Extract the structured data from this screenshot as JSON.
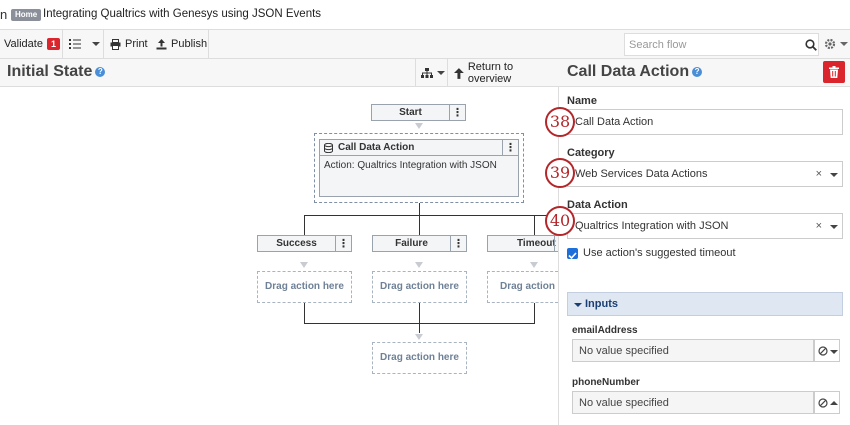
{
  "header": {
    "cut_text": "n",
    "home_badge": "Home",
    "flow_title": "Integrating Qualtrics with Genesys using JSON Events"
  },
  "toolbar": {
    "validate_label": "Validate",
    "validate_count": "1",
    "print_label": "Print",
    "publish_label": "Publish",
    "search_placeholder": "Search flow"
  },
  "canvas": {
    "title": "Initial State",
    "return_label": "Return to overview",
    "nodes": {
      "start": "Start",
      "call_data_action": "Call Data Action",
      "action_text": "Action: Qualtrics Integration with JSON",
      "success": "Success",
      "failure": "Failure",
      "timeout": "Timeout",
      "drag_1": "Drag action here",
      "drag_2": "Drag action here",
      "drag_3": "Drag action here",
      "drag_4": "Drag action here"
    }
  },
  "panel": {
    "title": "Call Data Action",
    "name_label": "Name",
    "name_value": "Call Data Action",
    "category_label": "Category",
    "category_value": "Web Services Data Actions",
    "data_action_label": "Data Action",
    "data_action_value": "Qualtrics Integration with JSON",
    "clear_glyph": "×",
    "checkbox_label": "Use action's suggested timeout",
    "inputs_label": "Inputs",
    "email_label": "emailAddress",
    "email_value": "No value specified",
    "phone_label": "phoneNumber",
    "phone_value": "No value specified"
  },
  "annotations": [
    "38",
    "39",
    "40"
  ],
  "colors": {
    "accent_red": "#d9252b",
    "annotation_red": "#b3262a",
    "help_blue": "#4a8ed8",
    "inputs_header": "#dfe7f2"
  }
}
